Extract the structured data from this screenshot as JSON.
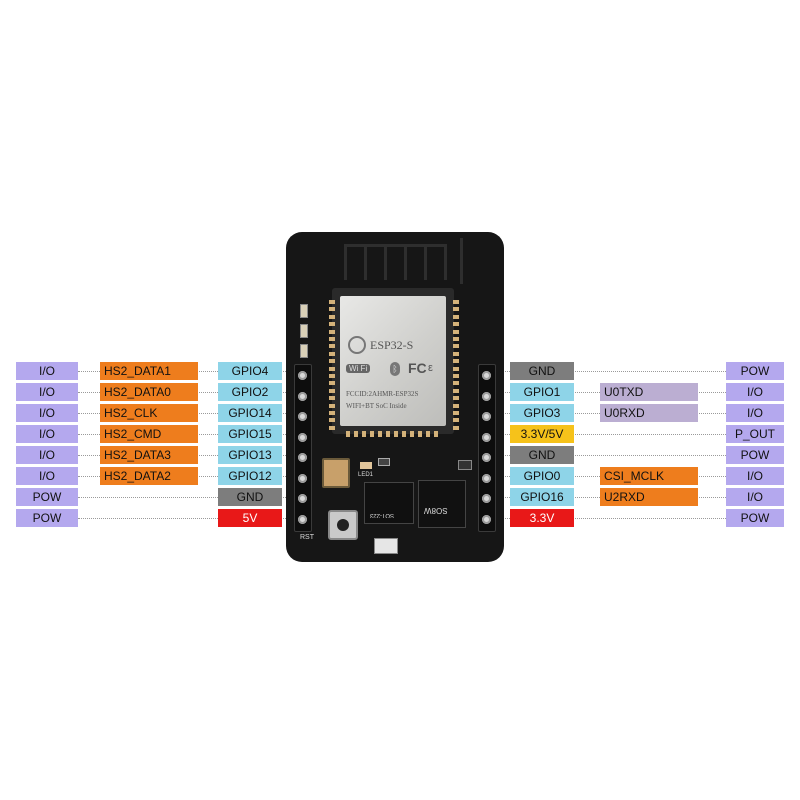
{
  "module": {
    "name": "ESP32-S",
    "fccid": "FCCID:2AHMR-ESP32S",
    "tagline": "WIFI+BT SoC Inside",
    "fc": "FC",
    "wifi": "Wi Fi"
  },
  "board_silk": {
    "rst": "RST",
    "led": "LED1",
    "sot": "SOT-223",
    "sob": "SO8W"
  },
  "left_pins": [
    {
      "type": "I/O",
      "alt": "HS2_DATA1",
      "gpio": "GPIO4"
    },
    {
      "type": "I/O",
      "alt": "HS2_DATA0",
      "gpio": "GPIO2"
    },
    {
      "type": "I/O",
      "alt": "HS2_CLK",
      "gpio": "GPIO14"
    },
    {
      "type": "I/O",
      "alt": "HS2_CMD",
      "gpio": "GPIO15"
    },
    {
      "type": "I/O",
      "alt": "HS2_DATA3",
      "gpio": "GPIO13"
    },
    {
      "type": "I/O",
      "alt": "HS2_DATA2",
      "gpio": "GPIO12"
    },
    {
      "type": "POW",
      "alt": "",
      "gpio": "GND"
    },
    {
      "type": "POW",
      "alt": "",
      "gpio": "5V"
    }
  ],
  "right_pins": [
    {
      "pin": "GND",
      "alt": "",
      "type": "POW"
    },
    {
      "pin": "GPIO1",
      "alt": "U0TXD",
      "type": "I/O"
    },
    {
      "pin": "GPIO3",
      "alt": "U0RXD",
      "type": "I/O"
    },
    {
      "pin": "3.3V/5V",
      "alt": "",
      "type": "P_OUT"
    },
    {
      "pin": "GND",
      "alt": "",
      "type": "POW"
    },
    {
      "pin": "GPIO0",
      "alt": "CSI_MCLK",
      "type": "I/O"
    },
    {
      "pin": "GPIO16",
      "alt": "U2RXD",
      "type": "I/O"
    },
    {
      "pin": "3.3V",
      "alt": "",
      "type": "POW"
    }
  ],
  "colors": {
    "type_label": "#b4a8ee",
    "hs2_label": "#ee7d1d",
    "gpio_label": "#8ed4e8",
    "gnd_label": "#7d7d7d",
    "power_5v_label": "#e81818",
    "power_3v3_5v_label": "#f6c21a",
    "power_3v3_label": "#e81818",
    "uart_label": "#bbaed2",
    "board": "#161616"
  }
}
